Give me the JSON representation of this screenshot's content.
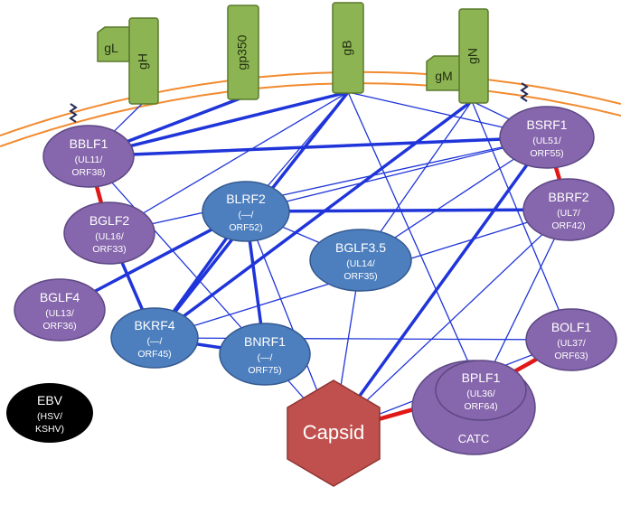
{
  "colors": {
    "membrane": "#f28a2e",
    "glyco_fill": "#8db453",
    "glyco_stroke": "#5a7a2c",
    "purple_fill": "#8666ac",
    "purple_stroke": "#5d4784",
    "blue_fill": "#4d7fbf",
    "blue_stroke": "#34598f",
    "edge_blue": "#1f35d9",
    "edge_red": "#e01818",
    "capsid_fill": "#c0504d",
    "capsid_stroke": "#8e3330",
    "black": "#000000"
  },
  "glycoproteins": {
    "gL": "gL",
    "gH": "gH",
    "gp350": "gp350",
    "gB": "gB",
    "gM": "gM",
    "gN": "gN"
  },
  "proteins": {
    "BBLF1": {
      "name": "BBLF1",
      "l1": "(UL11/",
      "l2": "ORF38)"
    },
    "BGLF2": {
      "name": "BGLF2",
      "l1": "(UL16/",
      "l2": "ORF33)"
    },
    "BGLF4": {
      "name": "BGLF4",
      "l1": "(UL13/",
      "l2": "ORF36)"
    },
    "BLRF2": {
      "name": "BLRF2",
      "l1": "(—/",
      "l2": "ORF52)"
    },
    "BGLF35": {
      "name": "BGLF3.5",
      "l1": "(UL14/",
      "l2": "ORF35)"
    },
    "BKRF4": {
      "name": "BKRF4",
      "l1": "(—/",
      "l2": "ORF45)"
    },
    "BNRF1": {
      "name": "BNRF1",
      "l1": "(—/",
      "l2": "ORF75)"
    },
    "BSRF1": {
      "name": "BSRF1",
      "l1": "(UL51/",
      "l2": "ORF55)"
    },
    "BBRF2": {
      "name": "BBRF2",
      "l1": "(UL7/",
      "l2": "ORF42)"
    },
    "BOLF1": {
      "name": "BOLF1",
      "l1": "(UL37/",
      "l2": "ORF63)"
    },
    "BPLF1": {
      "name": "BPLF1",
      "l1": "(UL36/",
      "l2": "ORF64)"
    }
  },
  "catc_label": "CATC",
  "capsid_label": "Capsid",
  "legend": {
    "title": "EBV",
    "l1": "(HSV/",
    "l2": "KSHV)"
  },
  "edges": [
    {
      "from": "gH",
      "to": "BBLF1",
      "weight": "thin",
      "color": "blue"
    },
    {
      "from": "gp350",
      "to": "BBLF1",
      "weight": "thick",
      "color": "blue"
    },
    {
      "from": "gB",
      "to": "BBLF1",
      "weight": "thick",
      "color": "blue"
    },
    {
      "from": "gB",
      "to": "BGLF2",
      "weight": "thin",
      "color": "blue"
    },
    {
      "from": "gB",
      "to": "BKRF4",
      "weight": "thick",
      "color": "blue"
    },
    {
      "from": "gB",
      "to": "BLRF2",
      "weight": "thin",
      "color": "blue"
    },
    {
      "from": "gB",
      "to": "BSRF1",
      "weight": "thin",
      "color": "blue"
    },
    {
      "from": "gB",
      "to": "BPLF1",
      "weight": "thin",
      "color": "blue"
    },
    {
      "from": "gN",
      "to": "BGLF35",
      "weight": "thin",
      "color": "blue"
    },
    {
      "from": "gN",
      "to": "BKRF4",
      "weight": "thick",
      "color": "blue"
    },
    {
      "from": "gN",
      "to": "BOLF1",
      "weight": "thin",
      "color": "blue"
    },
    {
      "from": "gN",
      "to": "BSRF1",
      "weight": "thin",
      "color": "blue"
    },
    {
      "from": "BBLF1",
      "to": "BGLF2",
      "weight": "thick",
      "color": "red"
    },
    {
      "from": "BBLF1",
      "to": "BSRF1",
      "weight": "thick",
      "color": "blue"
    },
    {
      "from": "BBLF1",
      "to": "BNRF1",
      "weight": "thin",
      "color": "blue"
    },
    {
      "from": "BGLF2",
      "to": "BKRF4",
      "weight": "thick",
      "color": "blue"
    },
    {
      "from": "BGLF2",
      "to": "BSRF1",
      "weight": "thin",
      "color": "blue"
    },
    {
      "from": "BGLF4",
      "to": "BLRF2",
      "weight": "thick",
      "color": "blue"
    },
    {
      "from": "BLRF2",
      "to": "BBRF2",
      "weight": "thick",
      "color": "blue"
    },
    {
      "from": "BLRF2",
      "to": "BKRF4",
      "weight": "thick",
      "color": "blue"
    },
    {
      "from": "BLRF2",
      "to": "BNRF1",
      "weight": "thick",
      "color": "blue"
    },
    {
      "from": "BLRF2",
      "to": "BGLF35",
      "weight": "thin",
      "color": "blue"
    },
    {
      "from": "BLRF2",
      "to": "BSRF1",
      "weight": "thin",
      "color": "blue"
    },
    {
      "from": "BLRF2",
      "to": "Capsid",
      "weight": "thin",
      "color": "blue"
    },
    {
      "from": "BGLF35",
      "to": "BSRF1",
      "weight": "thin",
      "color": "blue"
    },
    {
      "from": "BGLF35",
      "to": "Capsid",
      "weight": "thin",
      "color": "blue"
    },
    {
      "from": "BKRF4",
      "to": "BNRF1",
      "weight": "thick",
      "color": "blue"
    },
    {
      "from": "BKRF4",
      "to": "BBRF2",
      "weight": "thin",
      "color": "blue"
    },
    {
      "from": "BKRF4",
      "to": "BOLF1",
      "weight": "thin",
      "color": "blue"
    },
    {
      "from": "BNRF1",
      "to": "Capsid",
      "weight": "thin",
      "color": "blue"
    },
    {
      "from": "BSRF1",
      "to": "BBRF2",
      "weight": "thick",
      "color": "red"
    },
    {
      "from": "BSRF1",
      "to": "Capsid",
      "weight": "thick",
      "color": "blue"
    },
    {
      "from": "BBRF2",
      "to": "Capsid",
      "weight": "thin",
      "color": "blue"
    },
    {
      "from": "BBRF2",
      "to": "BPLF1",
      "weight": "thin",
      "color": "blue"
    },
    {
      "from": "BOLF1",
      "to": "BPLF1",
      "weight": "thick",
      "color": "red"
    },
    {
      "from": "BPLF1",
      "to": "Capsid",
      "weight": "thick",
      "color": "red"
    },
    {
      "from": "Capsid",
      "to": "BOLF1",
      "weight": "thin",
      "color": "blue"
    }
  ]
}
